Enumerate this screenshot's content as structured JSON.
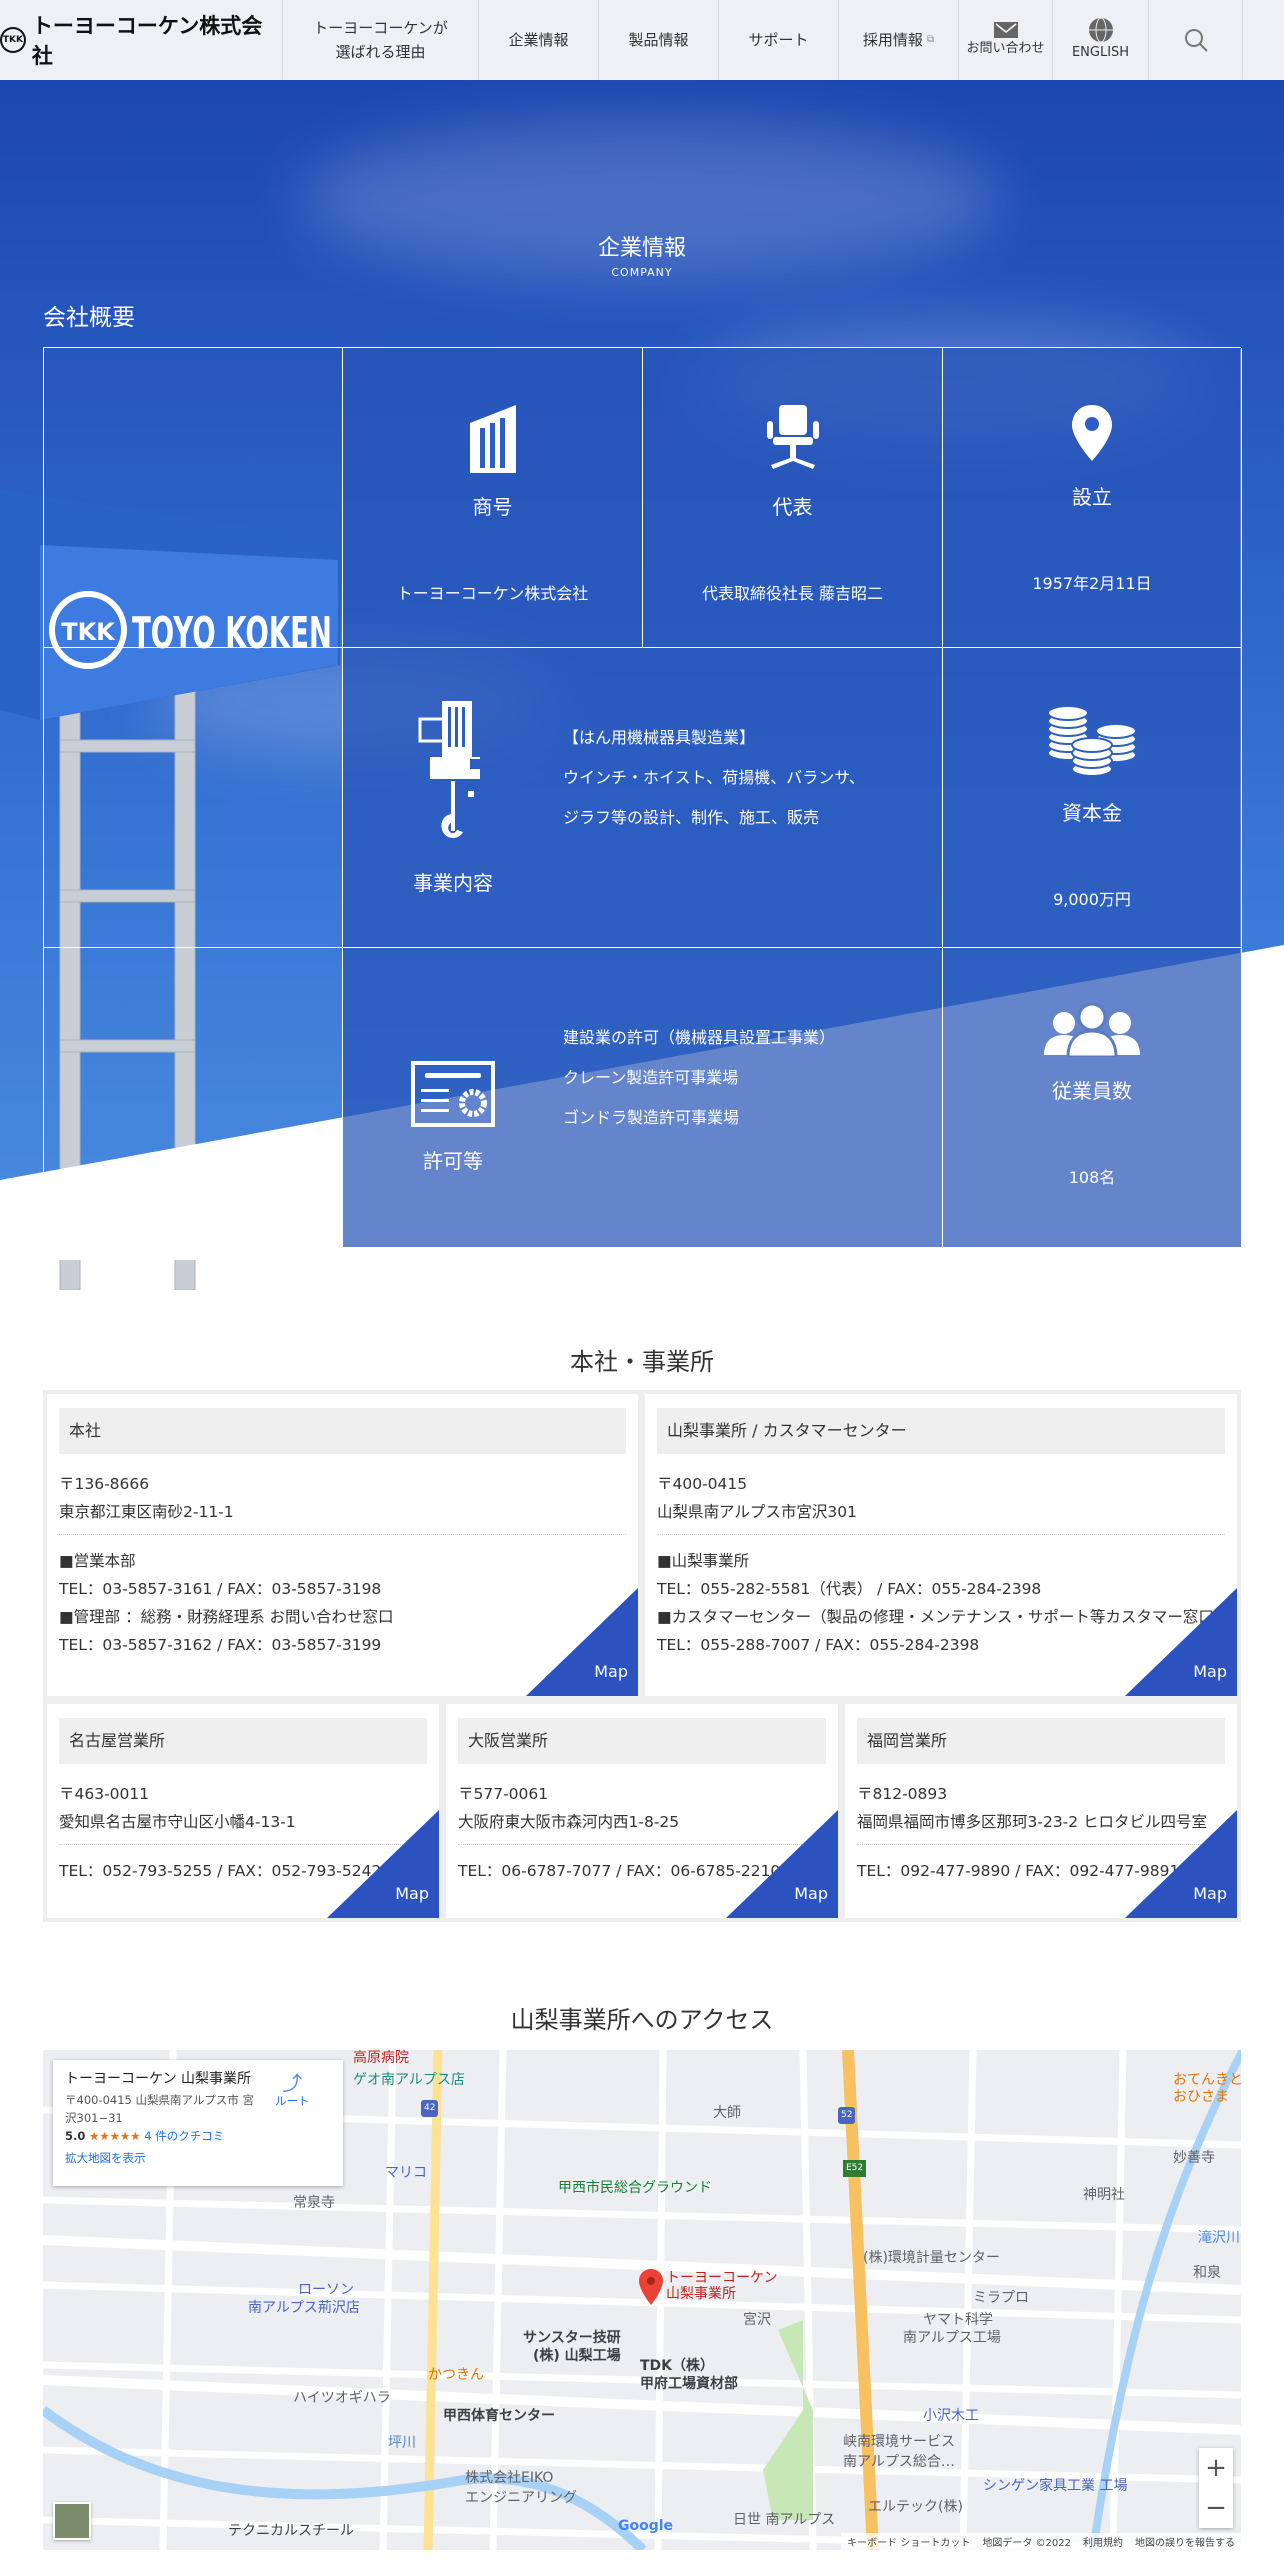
{
  "header": {
    "logo_text": "トーヨーコーケン株式会社",
    "logo_mark": "TKK",
    "nav": [
      "トーヨーコーケンが",
      "選ばれる理由",
      "企業情報",
      "製品情報",
      "サポート",
      "採用情報"
    ],
    "contact": "お問い合わせ",
    "english": "ENGLISH"
  },
  "hero": {
    "title": "企業情報",
    "subtitle": "COMPANY",
    "section": "会社概要",
    "sign": "TOYO KOKEN"
  },
  "company": {
    "name": {
      "label": "商号",
      "value": "トーヨーコーケン株式会社"
    },
    "rep": {
      "label": "代表",
      "value": "代表取締役社長 藤吉昭二"
    },
    "founded": {
      "label": "設立",
      "value": "1957年2月11日"
    },
    "business": {
      "label": "事業内容",
      "lines": [
        "【はん用機械器具製造業】",
        "ウインチ・ホイスト、荷揚機、バランサ、",
        "ジラフ等の設計、制作、施工、販売"
      ]
    },
    "capital": {
      "label": "資本金",
      "value": "9,000万円"
    },
    "permits": {
      "label": "許可等",
      "lines": [
        "建設業の許可（機械器具設置工事業）",
        "クレーン製造許可事業場",
        "ゴンドラ製造許可事業場"
      ]
    },
    "employees": {
      "label": "従業員数",
      "value": "108名"
    }
  },
  "offices": {
    "title": "本社・事業所",
    "map_label": "Map",
    "items": [
      {
        "name": "本社",
        "zip": "〒136-8666",
        "addr": "東京都江東区南砂2-11-1",
        "lines": [
          "■営業本部",
          "TEL：03-5857-3161 / FAX：03-5857-3198",
          "■管理部 ：総務・財務経理系 お問い合わせ窓口",
          "TEL：03-5857-3162 / FAX：03-5857-3199"
        ]
      },
      {
        "name": "山梨事業所 / カスタマーセンター",
        "zip": "〒400-0415",
        "addr": "山梨県南アルプス市宮沢301",
        "lines": [
          "■山梨事業所",
          "TEL：055-282-5581（代表） / FAX：055-284-2398",
          "■カスタマーセンター（製品の修理・メンテナンス・サポート等カスタマー窓口）",
          "TEL：055-288-7007 / FAX：055-284-2398"
        ]
      },
      {
        "name": "名古屋営業所",
        "zip": "〒463-0011",
        "addr": "愛知県名古屋市守山区小幡4-13-1",
        "lines": [
          "TEL：052-793-5255 / FAX：052-793-5242"
        ]
      },
      {
        "name": "大阪営業所",
        "zip": "〒577-0061",
        "addr": "大阪府東大阪市森河内西1-8-25",
        "lines": [
          "TEL：06-6787-7077 / FAX：06-6785-2210"
        ]
      },
      {
        "name": "福岡営業所",
        "zip": "〒812-0893",
        "addr": "福岡県福岡市博多区那珂3-23-2 ヒロタビル四号室",
        "lines": [
          "TEL：092-477-9890 / FAX：092-477-9891"
        ]
      }
    ]
  },
  "access": {
    "title": "山梨事業所へのアクセス",
    "infobox": {
      "name": "トーヨーコーケン 山梨事業所",
      "addr": "〒400-0415 山梨県南アルプス市 宮沢301−31",
      "rating": "5.0",
      "stars": "★★★★★",
      "reviews": "4 件のクチコミ",
      "route": "ルート",
      "larger": "拡大地図を表示"
    },
    "marker": [
      "トーヨーコーケン",
      "山梨事業所"
    ],
    "places": [
      "高原病院",
      "ゲオ南アルプス店",
      "大師",
      "常泉寺",
      "マリコ",
      "甲西市民総合グラウンド",
      "神明社",
      "妙善寺",
      "おてんきとおひさま",
      "(株)環境計量センター",
      "和泉",
      "ローソン",
      "南アルプス荊沢店",
      "ミラプロ",
      "ヤマト科学",
      "南アルプス工場",
      "サンスター技研",
      "(株) 山梨工場",
      "宮沢",
      "かつきん",
      "TDK（株）",
      "甲府工場資材部",
      "ハイツオギハラ",
      "甲西体育センター",
      "小沢木工",
      "峡南環境サービス",
      "南アルプス総合…",
      "株式会社EIKO",
      "エンジニアリング",
      "シンゲン家具工業 工場",
      "エルテック(株)",
      "テクニカルスチール",
      "日世 南アルプス",
      "滝沢川",
      "坪川",
      "42",
      "52",
      "E52"
    ],
    "footer": [
      "キーボード ショートカット",
      "地図データ ©2022",
      "利用規約",
      "地図の誤りを報告する"
    ],
    "google": "Google",
    "zoom_in": "+",
    "zoom_out": "−"
  }
}
